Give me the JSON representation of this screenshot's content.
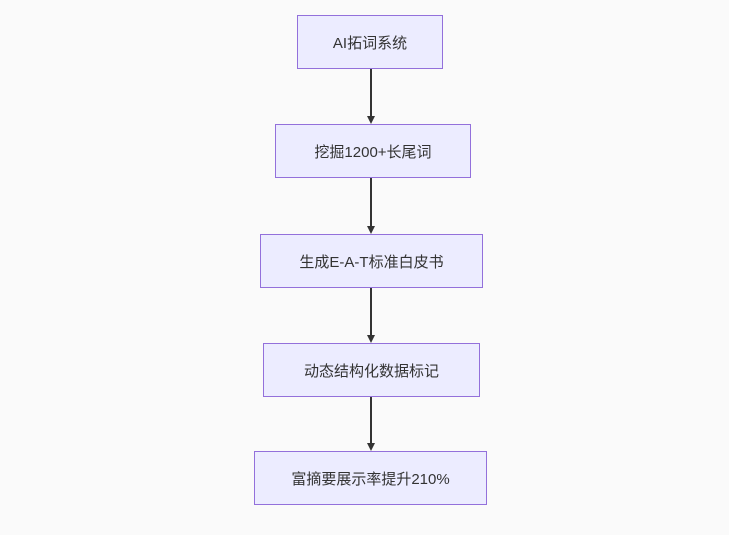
{
  "diagram": {
    "type": "flowchart",
    "direction": "top-down",
    "colors": {
      "page_background": "#fafafa",
      "node_fill": "#ECECFF",
      "node_border": "#9370DB",
      "edge_stroke": "#333333",
      "text": "#333333"
    },
    "nodes": [
      {
        "label": "AI拓词系统"
      },
      {
        "label": "挖掘1200+长尾词"
      },
      {
        "label": "生成E-A-T标准白皮书"
      },
      {
        "label": "动态结构化数据标记"
      },
      {
        "label": "富摘要展示率提升210%"
      }
    ],
    "edges": [
      {
        "from": "AI拓词系统",
        "to": "挖掘1200+长尾词"
      },
      {
        "from": "挖掘1200+长尾词",
        "to": "生成E-A-T标准白皮书"
      },
      {
        "from": "生成E-A-T标准白皮书",
        "to": "动态结构化数据标记"
      },
      {
        "from": "动态结构化数据标记",
        "to": "富摘要展示率提升210%"
      }
    ]
  }
}
